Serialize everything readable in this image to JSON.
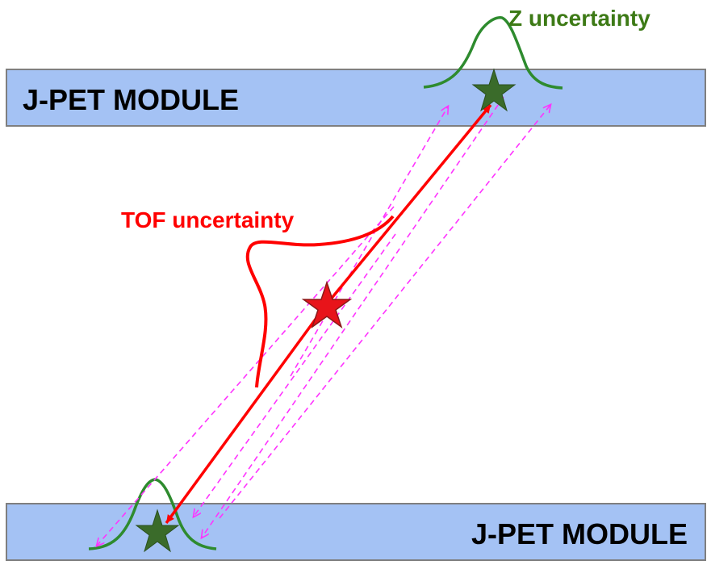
{
  "modules": {
    "top_label": "J-PET MODULE",
    "bottom_label": "J-PET MODULE"
  },
  "annotations": {
    "z_uncertainty": "Z uncertainty",
    "tof_uncertainty": "TOF uncertainty"
  },
  "colors": {
    "module_fill": "#a4c2f4",
    "module_stroke": "#7f7f7f",
    "lor": "#ff0000",
    "tof_curve": "#ff0000",
    "z_curve": "#2e8b2e",
    "detector_star": "#3a6b2a",
    "annihilation_star": "#e8141a",
    "alt_lor": "#ff33ff",
    "z_text": "#3d7a16",
    "tof_text": "#ff0000"
  },
  "icons": {
    "detector_star": "star-icon",
    "annihilation_star": "star-icon"
  }
}
